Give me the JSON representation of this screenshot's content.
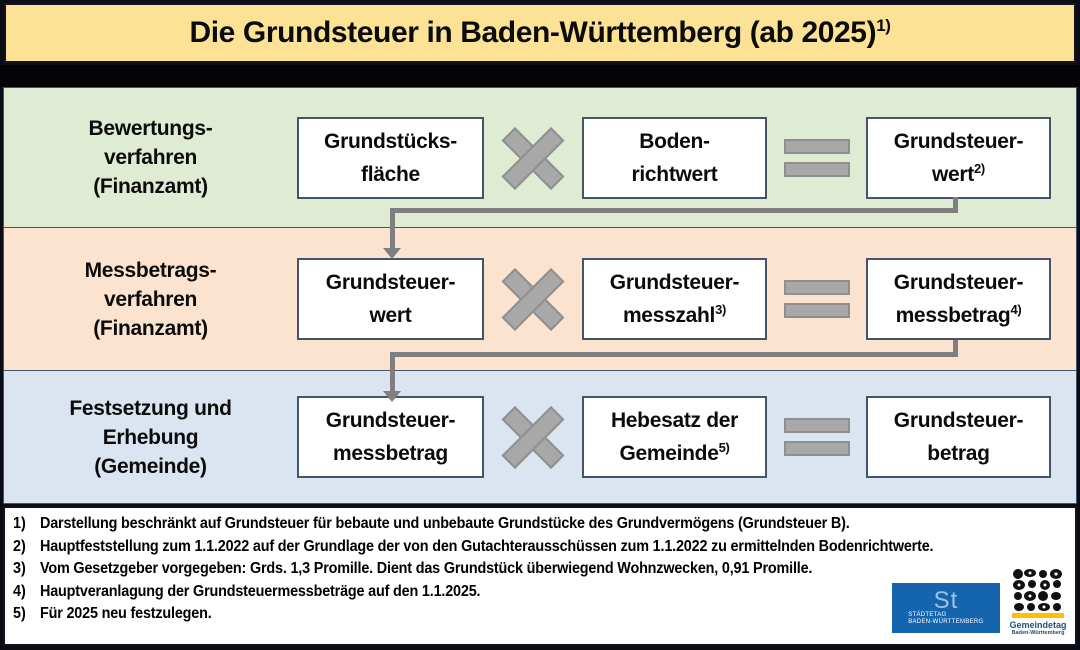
{
  "title": {
    "text": "Die Grundsteuer in Baden-Württemberg (ab 2025)",
    "sup": "1)"
  },
  "rows": [
    {
      "label": [
        "Bewertungs-",
        "verfahren",
        "(Finanzamt)"
      ],
      "boxes": [
        {
          "line1": "Grundstücks-",
          "line2": "fläche",
          "sup": ""
        },
        {
          "line1": "Boden-",
          "line2": "richtwert",
          "sup": ""
        },
        {
          "line1": "Grundsteuer-",
          "line2": "wert",
          "sup": "2)"
        }
      ]
    },
    {
      "label": [
        "Messbetrags-",
        "verfahren",
        "(Finanzamt)"
      ],
      "boxes": [
        {
          "line1": "Grundsteuer-",
          "line2": "wert",
          "sup": ""
        },
        {
          "line1": "Grundsteuer-",
          "line2": "messzahl",
          "sup": "3)"
        },
        {
          "line1": "Grundsteuer-",
          "line2": "messbetrag",
          "sup": "4)"
        }
      ]
    },
    {
      "label": [
        "Festsetzung und",
        "Erhebung",
        "(Gemeinde)"
      ],
      "boxes": [
        {
          "line1": "Grundsteuer-",
          "line2": "messbetrag",
          "sup": ""
        },
        {
          "line1": "Hebesatz der",
          "line2": "Gemeinde",
          "sup": "5)"
        },
        {
          "line1": "Grundsteuer-",
          "line2": "betrag",
          "sup": ""
        }
      ]
    }
  ],
  "operators": {
    "multiply": "x-cross-icon",
    "equals": "equals-icon"
  },
  "footnotes": [
    {
      "num": "1)",
      "text": "Darstellung beschränkt auf Grundsteuer für bebaute und unbebaute Grundstücke des Grundvermögens (Grundsteuer B)."
    },
    {
      "num": "2)",
      "text": "Hauptfeststellung zum 1.1.2022 auf der Grundlage der von den Gutachterausschüssen zum 1.1.2022 zu ermittelnden Bodenrichtwerte."
    },
    {
      "num": "3)",
      "text": "Vom Gesetzgeber vorgegeben: Grds. 1,3 Promille. Dient das Grundstück überwiegend Wohnzwecken, 0,91 Promille."
    },
    {
      "num": "4)",
      "text": "Hauptveranlagung der Grundsteuermessbeträge auf den 1.1.2025."
    },
    {
      "num": "5)",
      "text": "Für 2025 neu festzulegen."
    }
  ],
  "logos": {
    "staedtetag": {
      "monogram": "St",
      "caption1": "STÄDTETAG",
      "caption2": "BADEN-WÜRTTEMBERG"
    },
    "gemeindetag": {
      "name": "Gemeindetag",
      "region": "Baden-Württemberg"
    }
  },
  "colors": {
    "title_bg": "#fbe295",
    "row1_bg": "#e0ebd3",
    "row2_bg": "#fbe3cf",
    "row3_bg": "#dbe5f1",
    "box_border": "#44546a",
    "connector": "#7f7f7f",
    "operator_fill": "#a8a8a8",
    "staedtetag_blue": "#1565ae",
    "gemeindetag_yellow": "#ffc000",
    "gemeindetag_blue": "#1f4e79"
  }
}
